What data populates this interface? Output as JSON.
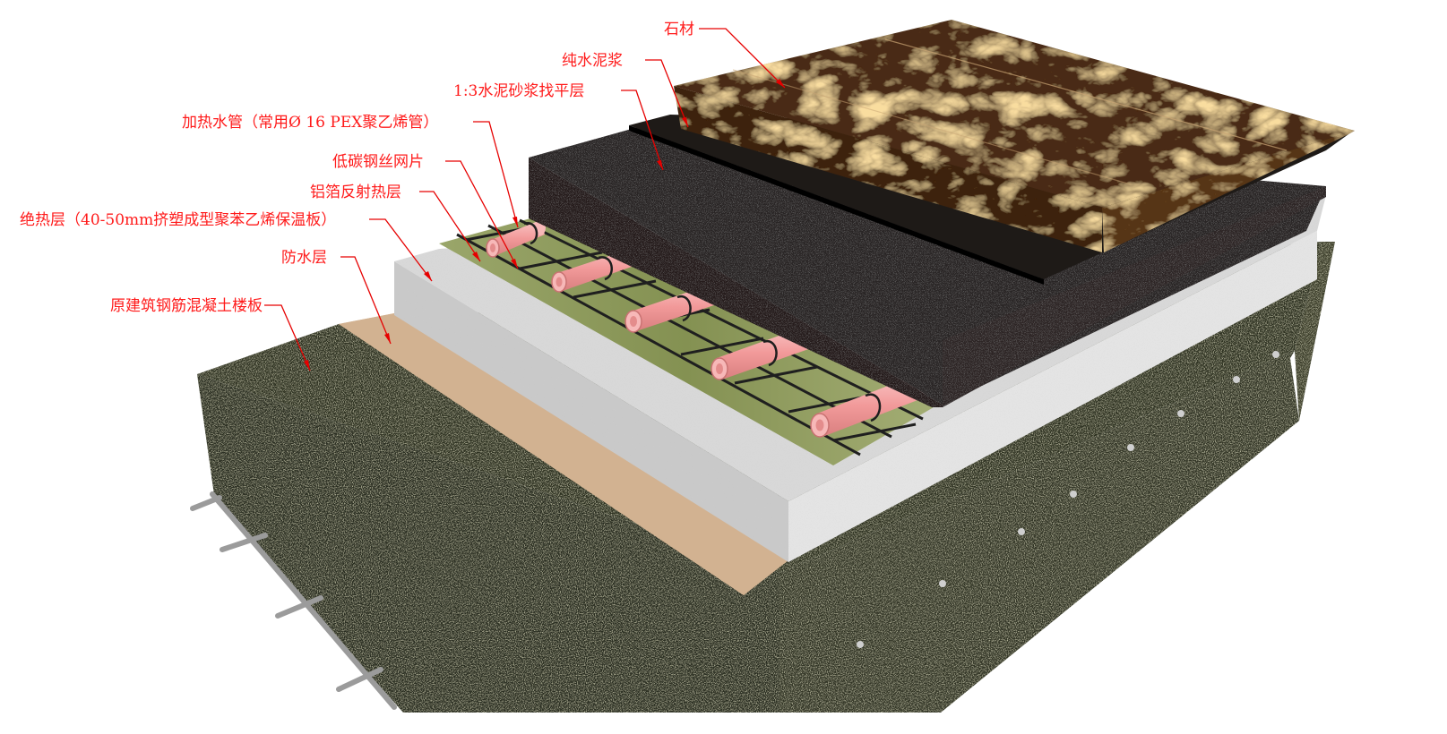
{
  "labels": {
    "stone": "石材",
    "cement_slurry": "纯水泥浆",
    "leveling": "1:3水泥砂浆找平层",
    "heating_pipe": "加热水管（常用Ø 16 PEX聚乙烯管）",
    "steel_mesh": "低碳钢丝网片",
    "foil": "铝箔反射热层",
    "insulation": "绝热层（40-50mm挤塑成型聚苯乙烯保温板）",
    "waterproof": "防水层",
    "slab": "原建筑钢筋混凝土楼板"
  },
  "colors": {
    "label_red": "#ff1a1a",
    "marble": "#4a2a12",
    "screed": "#2b2626",
    "insulation": "#cfcfcf",
    "foil": "#8e9a5e",
    "pipe": "#f3a6a6",
    "waterproof": "#d9b99a",
    "concrete": "#2f3324"
  }
}
